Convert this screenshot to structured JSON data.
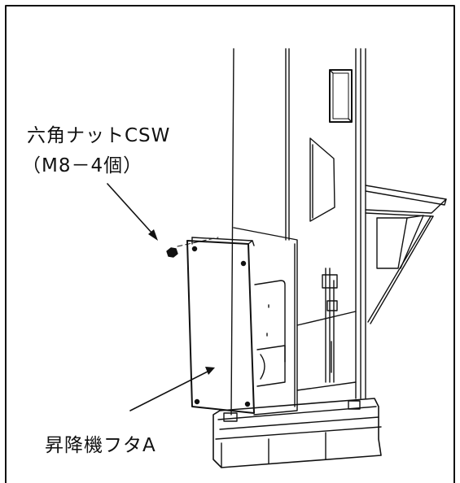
{
  "labels": {
    "nut_line1": "六角ナットCSW",
    "nut_line2": "（M8－4個）",
    "cover": "昇降機フタA"
  },
  "colors": {
    "line": "#111111",
    "background": "#ffffff"
  }
}
